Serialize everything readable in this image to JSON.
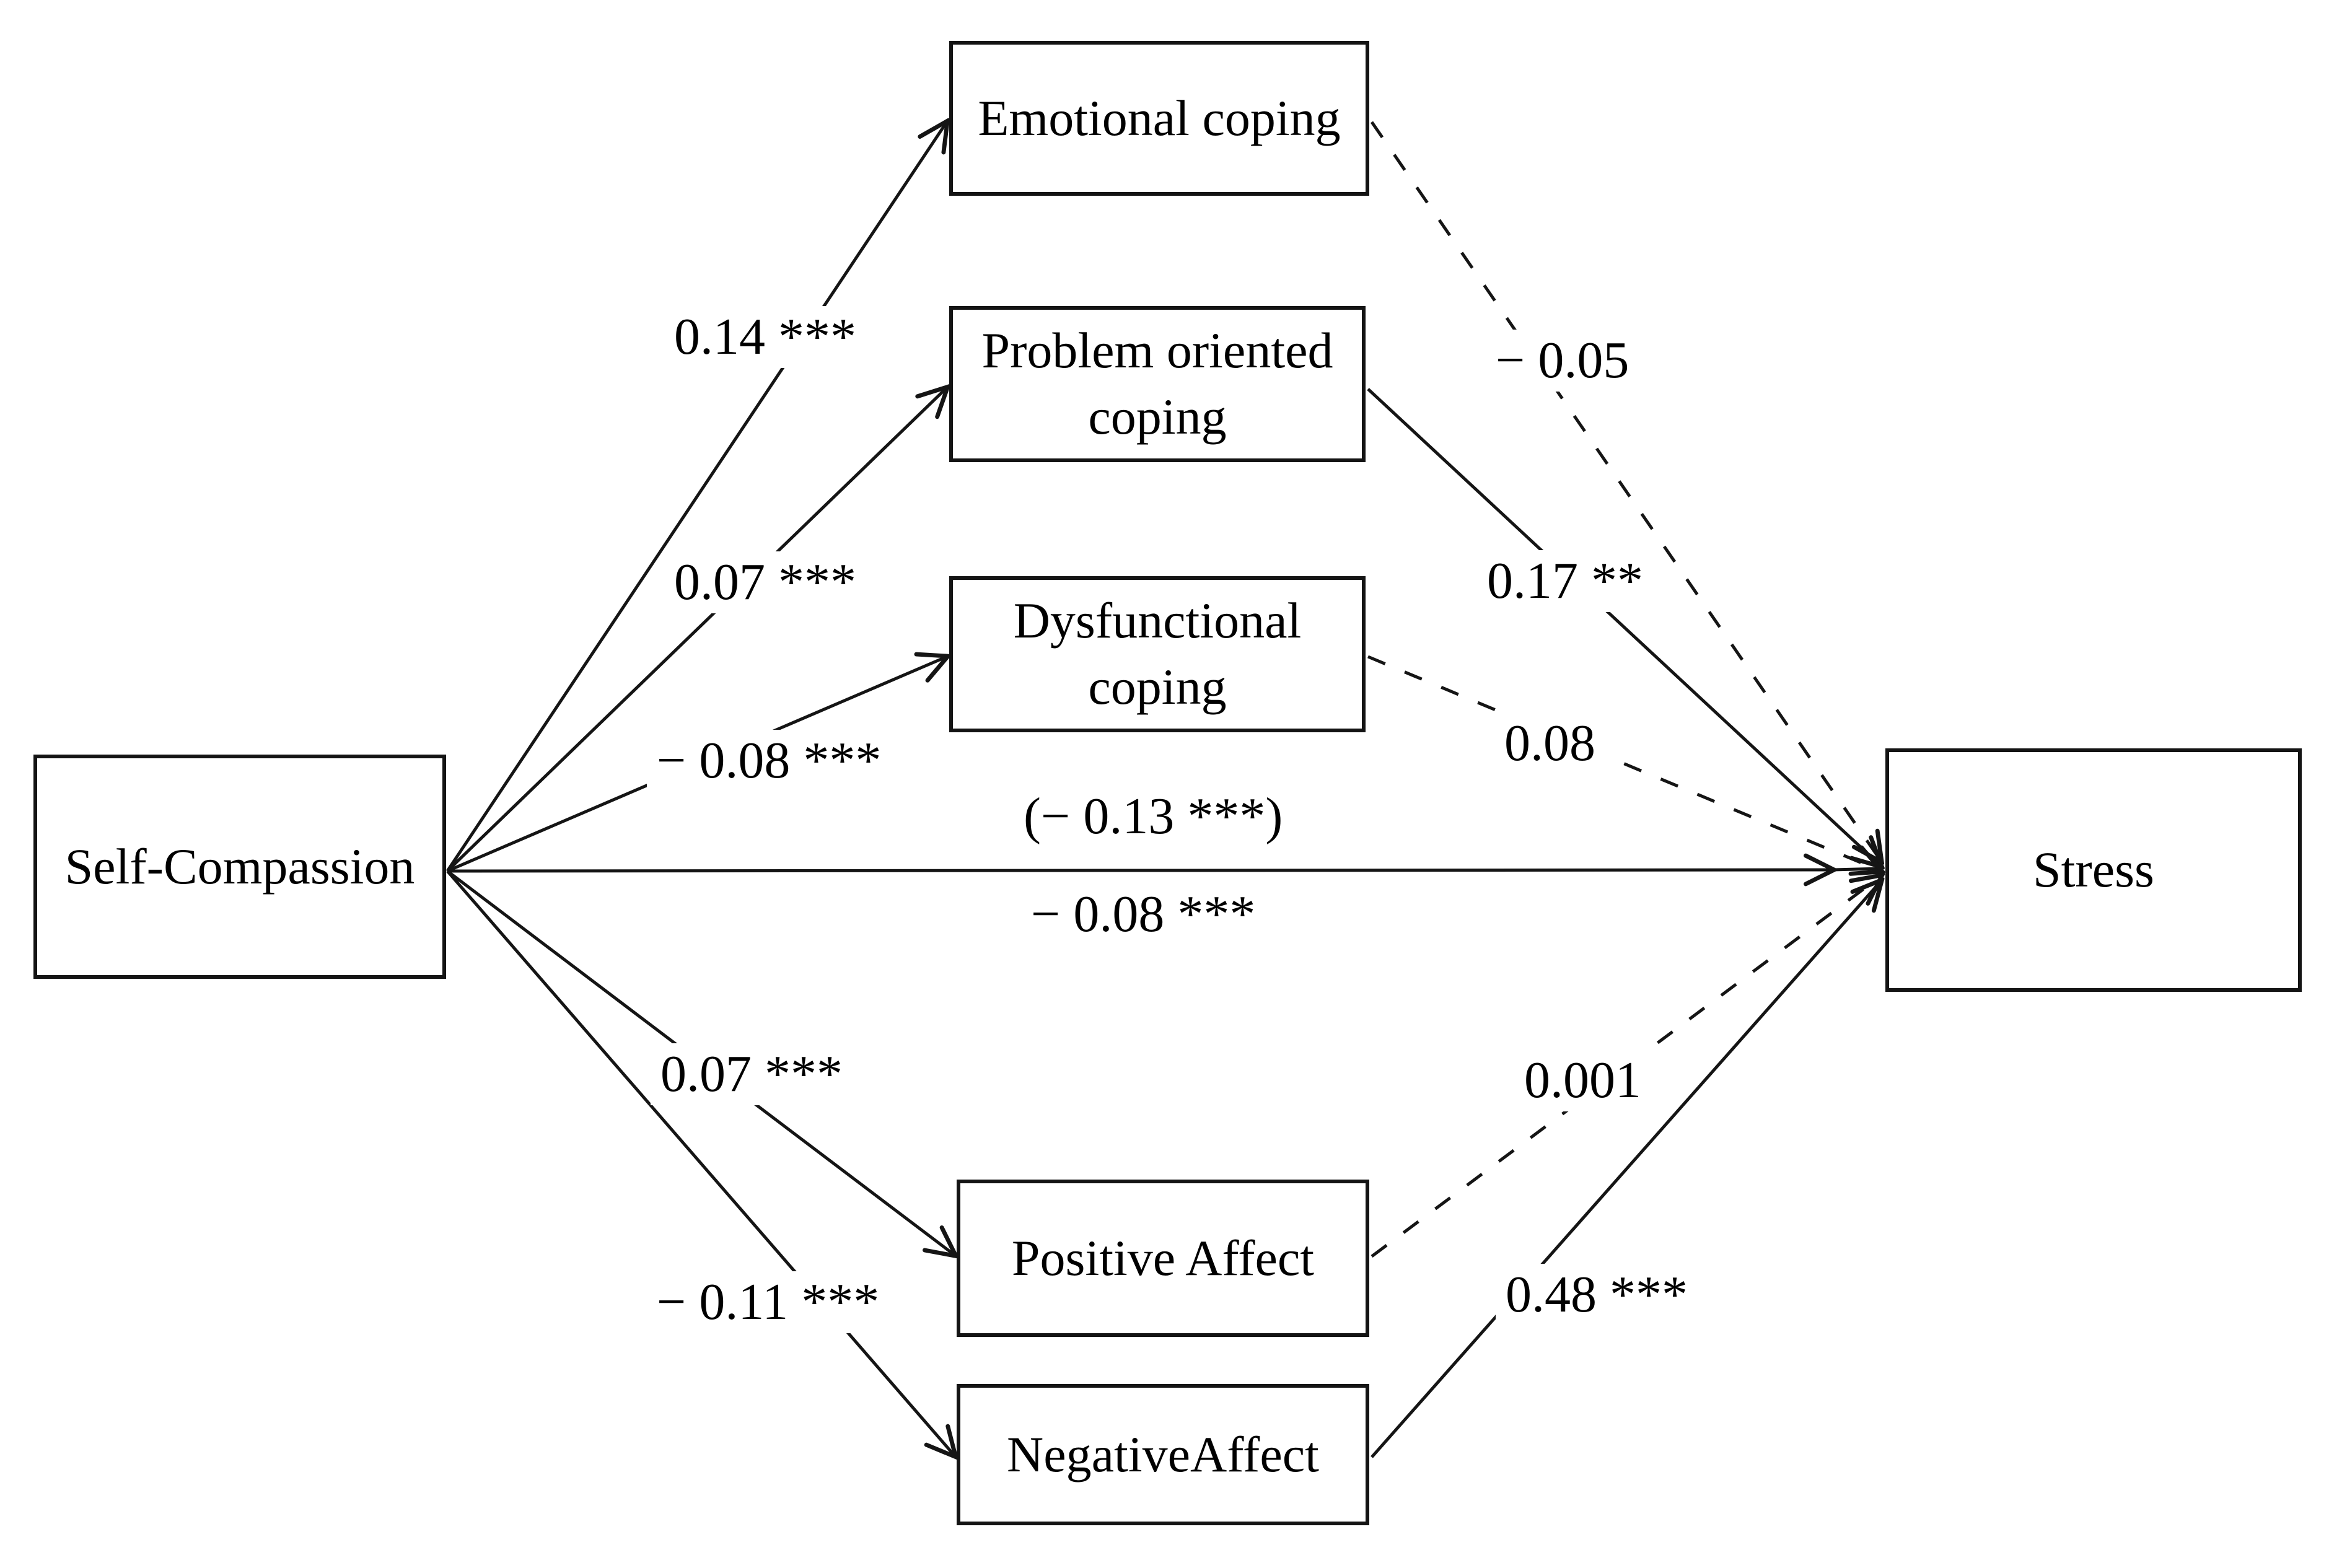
{
  "figure": {
    "type": "path-model-mediation-diagram",
    "background_color": "#ffffff",
    "line_color": "#151515",
    "significance_note_convention": "*** , ** = significance markers shown beside coefficients"
  },
  "diagram": {
    "nodes": {
      "self_compassion": {
        "label": "Self-Compassion",
        "role": "predictor"
      },
      "emotional": {
        "label": "Emotional coping",
        "role": "mediator"
      },
      "problem": {
        "label": "Problem oriented coping",
        "role": "mediator"
      },
      "dysfunctional": {
        "label": "Dysfunctional coping",
        "role": "mediator"
      },
      "positive": {
        "label": "Positive Affect",
        "role": "mediator"
      },
      "negative": {
        "label": "NegativeAffect",
        "role": "mediator"
      },
      "stress": {
        "label": "Stress",
        "role": "outcome"
      }
    },
    "paths": [
      {
        "from": "Self-Compassion",
        "to": "Emotional coping",
        "coefficient": "0.14 ***",
        "style": "solid"
      },
      {
        "from": "Self-Compassion",
        "to": "Problem oriented coping",
        "coefficient": "0.07 ***",
        "style": "solid"
      },
      {
        "from": "Self-Compassion",
        "to": "Dysfunctional coping",
        "coefficient": "− 0.08 ***",
        "style": "solid"
      },
      {
        "from": "Self-Compassion",
        "to": "Stress",
        "coefficient": "− 0.08 ***",
        "total_effect": "(− 0.13 ***)",
        "style": "solid"
      },
      {
        "from": "Self-Compassion",
        "to": "Positive Affect",
        "coefficient": "0.07 ***",
        "style": "solid"
      },
      {
        "from": "Self-Compassion",
        "to": "NegativeAffect",
        "coefficient": "− 0.11 ***",
        "style": "solid"
      },
      {
        "from": "Emotional coping",
        "to": "Stress",
        "coefficient": "− 0.05",
        "style": "dashed"
      },
      {
        "from": "Problem oriented coping",
        "to": "Stress",
        "coefficient": "0.17 **",
        "style": "solid"
      },
      {
        "from": "Dysfunctional coping",
        "to": "Stress",
        "coefficient": "0.08",
        "style": "dashed"
      },
      {
        "from": "Positive Affect",
        "to": "Stress",
        "coefficient": "0.001",
        "style": "dashed"
      },
      {
        "from": "NegativeAffect",
        "to": "Stress",
        "coefficient": "0.48 ***",
        "style": "solid"
      }
    ]
  }
}
